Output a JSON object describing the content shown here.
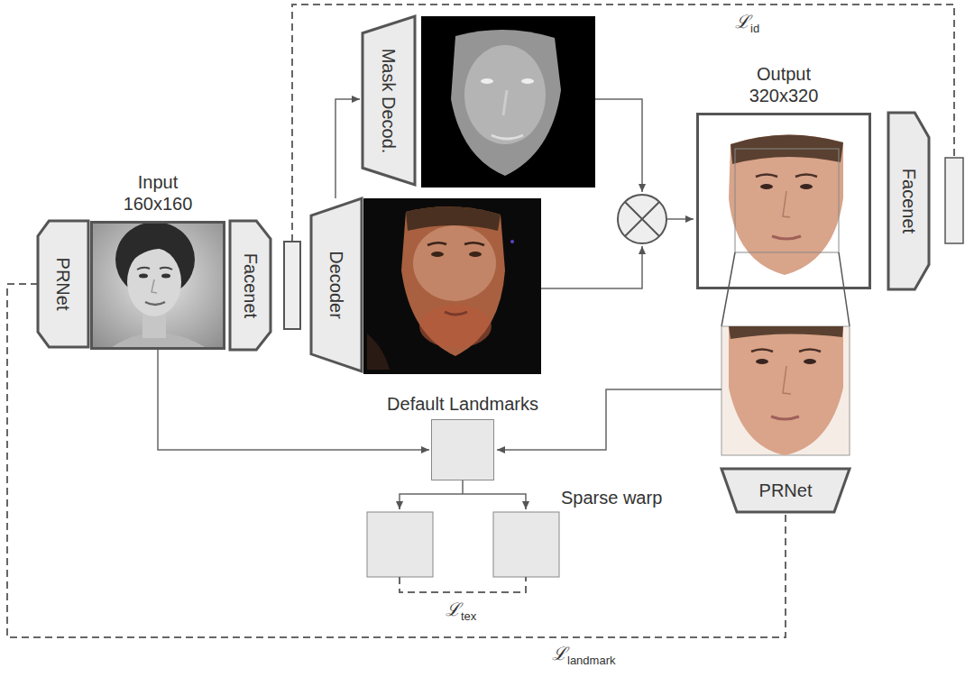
{
  "diagram": {
    "nodes": [
      {
        "text": [
          "PRNet"
        ]
      },
      {
        "text": [
          "Input 160x160"
        ]
      },
      {
        "text": [
          "Facenet"
        ]
      },
      {
        "text": [
          "Mask Decod."
        ]
      },
      {
        "text": [
          "Decoder"
        ]
      },
      {
        "text": [
          "Output 320x320"
        ]
      },
      {
        "text": [
          "Facenet"
        ]
      },
      {
        "text": [
          "Default Landmarks"
        ]
      },
      {
        "text": [
          "PRNet"
        ]
      }
    ],
    "edges": [
      {
        "from": 1,
        "to": 7,
        "arrow": "to"
      },
      {
        "from": 0,
        "to": 8,
        "arrow": "none",
        "label": "ℒlandmark"
      }
    ],
    "labels": [
      "ℒid",
      "Sparse warp",
      "ℒtex"
    ]
  }
}
